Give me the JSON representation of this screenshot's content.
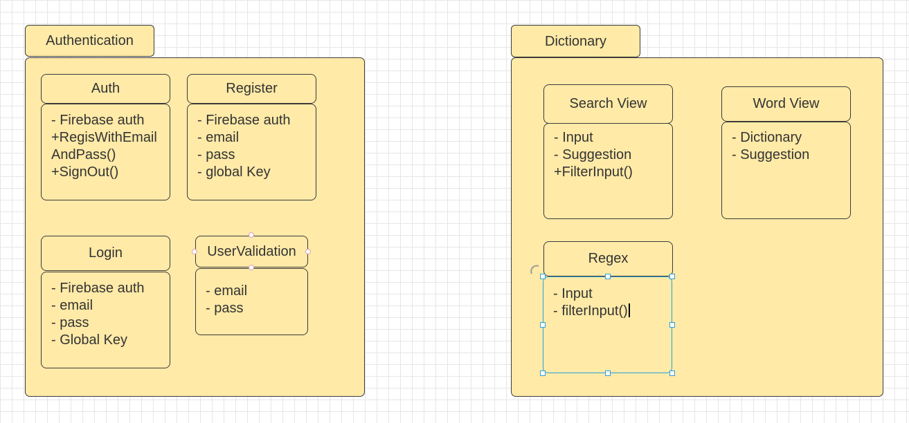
{
  "packages": [
    {
      "title": "Authentication",
      "classes": [
        {
          "title": "Auth",
          "members": [
            "- Firebase auth",
            "+RegisWithEmail",
            "AndPass()",
            "+SignOut()"
          ]
        },
        {
          "title": "Register",
          "members": [
            "- Firebase auth",
            "- email",
            "- pass",
            "- global Key"
          ]
        },
        {
          "title": "Login",
          "members": [
            "- Firebase auth",
            "- email",
            "- pass",
            "- Global Key"
          ]
        },
        {
          "title": "UserValidation",
          "members": [
            "- email",
            "- pass"
          ]
        }
      ]
    },
    {
      "title": "Dictionary",
      "classes": [
        {
          "title": "Search View",
          "members": [
            "- Input",
            "- Suggestion",
            "+FilterInput()"
          ]
        },
        {
          "title": "Word View",
          "members": [
            "- Dictionary",
            "- Suggestion"
          ]
        },
        {
          "title": "Regex",
          "members": [
            "- Input",
            "- filterInput()"
          ]
        }
      ]
    }
  ],
  "colors": {
    "shape_fill": "#ffeaa7",
    "shape_stroke": "#3a3a3a",
    "selection": "#2a9fd8",
    "connection_point": "#e0a0b8",
    "grid": "#e6e6e6"
  }
}
